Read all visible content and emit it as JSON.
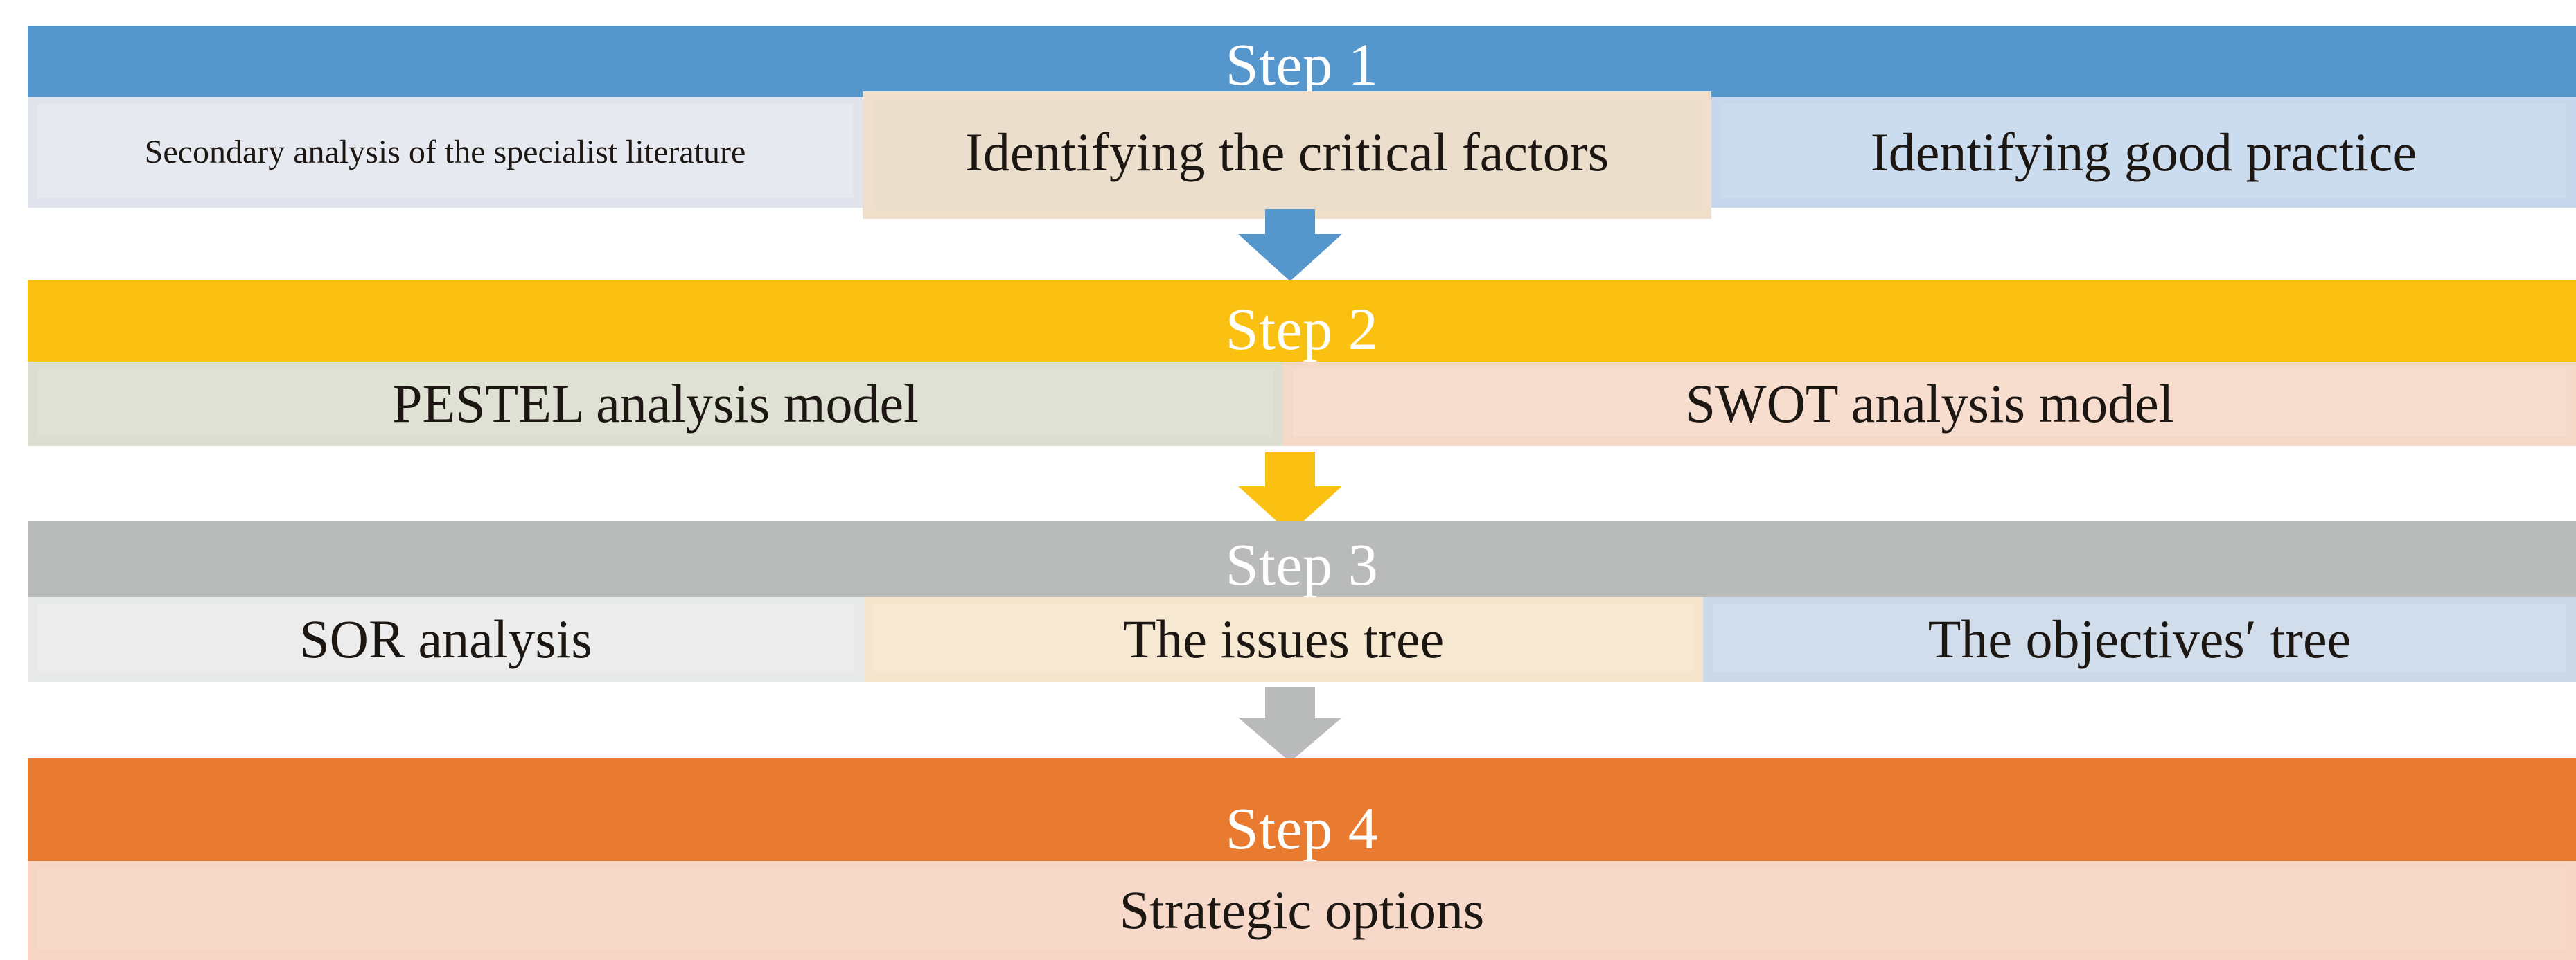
{
  "diagram": {
    "title": "Four-step strategic analysis methodology flow",
    "type": "vertical-flow",
    "colors": {
      "step1_accent": "#5596cd",
      "step2_accent": "#fac113",
      "step3_accent": "#b9bbbb",
      "step4_accent": "#e87b30",
      "text_dark": "#1d1713",
      "text_light": "#ffffff",
      "background": "#ffffff"
    },
    "steps": [
      {
        "id": "step1",
        "header": "Step 1",
        "header_color": "#5596cd",
        "items": [
          {
            "label": "Secondary analysis of the specialist literature",
            "color": "#e1e4ec"
          },
          {
            "label": "Identifying the critical factors",
            "color": "#efdfcb"
          },
          {
            "label": "Identifying good practice",
            "color": "#c7d8ec"
          }
        ],
        "connector": {
          "icon": "down-arrow-icon",
          "color": "#5596cd"
        }
      },
      {
        "id": "step2",
        "header": "Step 2",
        "header_color": "#fac113",
        "items": [
          {
            "label": "PESTEL analysis model",
            "color": "#dbded0"
          },
          {
            "label": "SWOT analysis model",
            "color": "#f4d9c9"
          }
        ],
        "connector": {
          "icon": "down-arrow-icon",
          "color": "#fac113"
        }
      },
      {
        "id": "step3",
        "header": "Step 3",
        "header_color": "#b9bbbb",
        "items": [
          {
            "label": "SOR analysis",
            "color": "#e8e9e9"
          },
          {
            "label": "The issues tree",
            "color": "#f6e5cd"
          },
          {
            "label": "The objectives′ tree",
            "color": "#ccd9e9"
          }
        ],
        "connector": {
          "icon": "down-arrow-icon",
          "color": "#b9bbbb"
        }
      },
      {
        "id": "step4",
        "header": "Step 4",
        "header_color": "#e87b30",
        "items": [
          {
            "label": "Strategic options",
            "color": "#f6d5c5"
          }
        ],
        "connector": null
      }
    ]
  }
}
